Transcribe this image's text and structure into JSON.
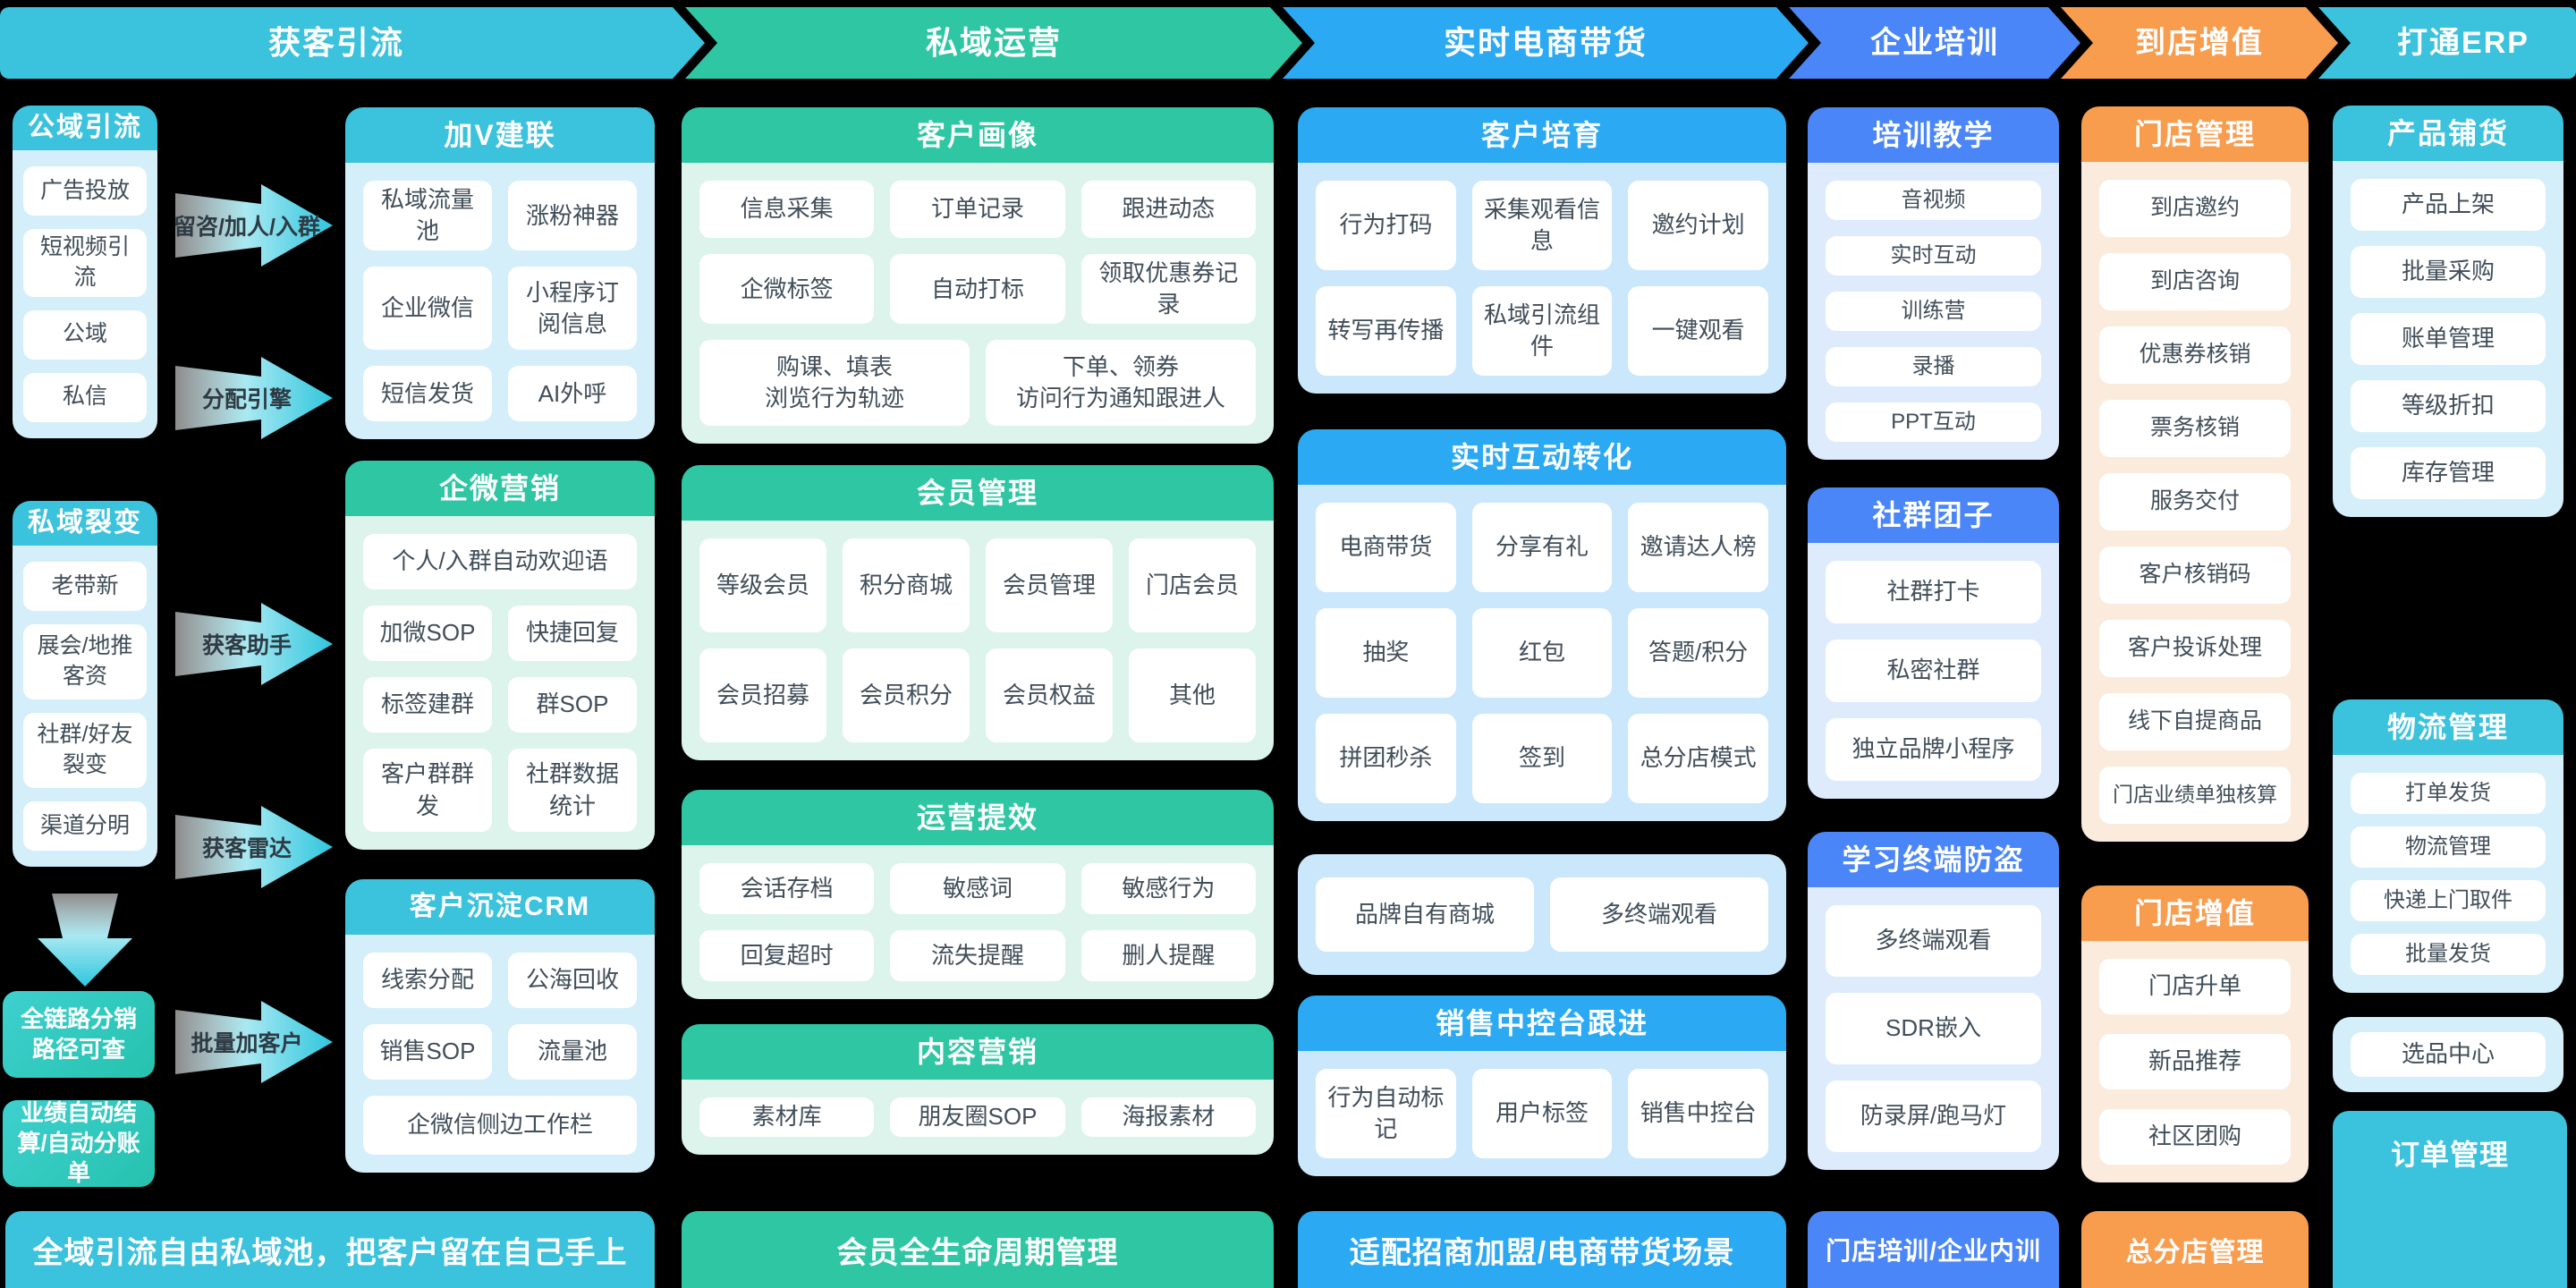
{
  "colors": {
    "cyan": "#3BC2DC",
    "cyan-l": "#D4EFF9",
    "teal": "#2EC6A3",
    "teal-l": "#DCF4EB",
    "sky": "#2BA9F2",
    "sky-l": "#CBE7FB",
    "blue": "#4A86F7",
    "blue-l": "#DDEBFD",
    "orange": "#F89C4E",
    "orange-l": "#FBEBDC",
    "ink": "#414E59",
    "label": "#2F3B44"
  },
  "banners": {
    "b1": "获客引流",
    "b2": "私域运营",
    "b3": "实时电商带货",
    "b4": "企业培训",
    "b5": "到店增值",
    "b6": "打通ERP"
  },
  "flow": {
    "a1": "留咨/加人/入群",
    "a2": "分配引擎",
    "a3": "获客助手",
    "a4": "获客雷达",
    "a5": "批量加客户"
  },
  "colA": {
    "s1": {
      "title": "公域引流",
      "items": [
        "广告投放",
        "短视频引流",
        "公域",
        "私信"
      ]
    },
    "s2": {
      "title": "私域裂变",
      "items": [
        "老带新",
        "展会/地推客资",
        "社群/好友裂变",
        "渠道分明"
      ]
    },
    "h1": "全链路分销路径可查",
    "h2": "业绩自动结算/自动分账单"
  },
  "colB": {
    "s1": {
      "title": "加V建联",
      "items": [
        "私域流量池",
        "涨粉神器",
        "企业微信",
        "小程序订阅信息",
        "短信发货",
        "AI外呼"
      ]
    },
    "s2": {
      "title": "企微营销",
      "wide": "个人/入群自动欢迎语",
      "items": [
        "加微SOP",
        "快捷回复",
        "标签建群",
        "群SOP",
        "客户群群发",
        "社群数据统计"
      ]
    },
    "s3": {
      "title": "客户沉淀CRM",
      "items": [
        "线索分配",
        "公海回收",
        "销售SOP",
        "流量池"
      ],
      "wide": "企微信侧边工作栏"
    }
  },
  "colC": {
    "s1": {
      "title": "客户画像",
      "items": [
        "信息采集",
        "订单记录",
        "跟进动态",
        "企微标签",
        "自动打标",
        "领取优惠券记录"
      ],
      "wide1": "购课、填表\n浏览行为轨迹",
      "wide2": "下单、领券\n访问行为通知跟进人"
    },
    "s2": {
      "title": "会员管理",
      "items": [
        "等级会员",
        "积分商城",
        "会员管理",
        "门店会员",
        "会员招募",
        "会员积分",
        "会员权益",
        "其他"
      ]
    },
    "s3": {
      "title": "运营提效",
      "items": [
        "会话存档",
        "敏感词",
        "敏感行为",
        "回复超时",
        "流失提醒",
        "删人提醒"
      ]
    },
    "s4": {
      "title": "内容营销",
      "items": [
        "素材库",
        "朋友圈SOP",
        "海报素材"
      ]
    }
  },
  "colD": {
    "s1": {
      "title": "客户培育",
      "items": [
        "行为打码",
        "采集观看信息",
        "邀约计划",
        "转写再传播",
        "私域引流组件",
        "一键观看"
      ]
    },
    "s2": {
      "title": "实时互动转化",
      "items": [
        "电商带货",
        "分享有礼",
        "邀请达人榜",
        "抽奖",
        "红包",
        "答题/积分",
        "拼团秒杀",
        "签到",
        "总分店模式"
      ]
    },
    "s3": {
      "items": [
        "品牌自有商城",
        "多终端观看"
      ]
    },
    "s4": {
      "title": "销售中控台跟进",
      "items": [
        "行为自动标记",
        "用户标签",
        "销售中控台"
      ]
    }
  },
  "colE": {
    "s1": {
      "title": "培训教学",
      "items": [
        "音视频",
        "实时互动",
        "训练营",
        "录播",
        "PPT互动"
      ]
    },
    "s2": {
      "title": "社群团子",
      "items": [
        "社群打卡",
        "私密社群",
        "独立品牌小程序"
      ]
    },
    "s3": {
      "title": "学习终端防盗",
      "items": [
        "多终端观看",
        "SDR嵌入",
        "防录屏/跑马灯"
      ]
    }
  },
  "colF": {
    "s1": {
      "title": "门店管理",
      "items": [
        "到店邀约",
        "到店咨询",
        "优惠券核销",
        "票务核销",
        "服务交付",
        "客户核销码",
        "客户投诉处理",
        "线下自提商品",
        "门店业绩单独核算"
      ]
    },
    "s2": {
      "title": "门店增值",
      "items": [
        "门店升单",
        "新品推荐",
        "社区团购"
      ]
    }
  },
  "colG": {
    "s1": {
      "title": "产品铺货",
      "items": [
        "产品上架",
        "批量采购",
        "账单管理",
        "等级折扣",
        "库存管理"
      ]
    },
    "s2": {
      "title": "物流管理",
      "items": [
        "打单发货",
        "物流管理",
        "快递上门取件",
        "批量发货"
      ]
    },
    "s3": {
      "items": [
        "选品中心"
      ]
    }
  },
  "footers": {
    "f1": "全域引流自由私域池，把客户留在自己手上",
    "f2": "会员全生命周期管理",
    "f3": "适配招商加盟/电商带货场景",
    "f4": "门店培训/企业内训",
    "f5": "总分店管理",
    "f6": "订单管理"
  }
}
